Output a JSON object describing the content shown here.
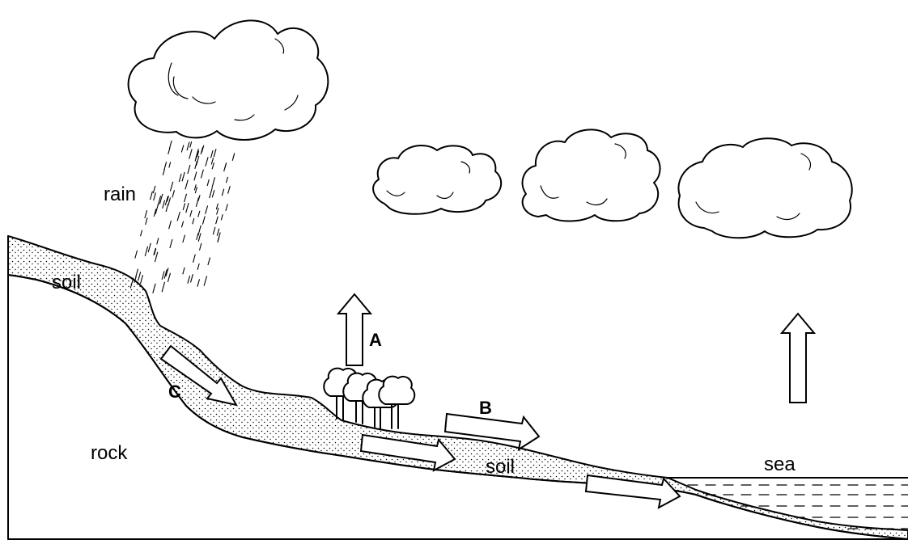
{
  "labels": {
    "rain": "rain",
    "soil_upper": "soil",
    "soil_lower": "soil",
    "rock": "rock",
    "sea": "sea",
    "arrow_a": "A",
    "arrow_b": "B",
    "arrow_c": "C"
  },
  "icons": [
    "rain-cloud-icon",
    "cloud-icon",
    "tree-icon",
    "arrow-icon"
  ],
  "colors": {
    "stroke": "#000000",
    "background": "#ffffff"
  }
}
